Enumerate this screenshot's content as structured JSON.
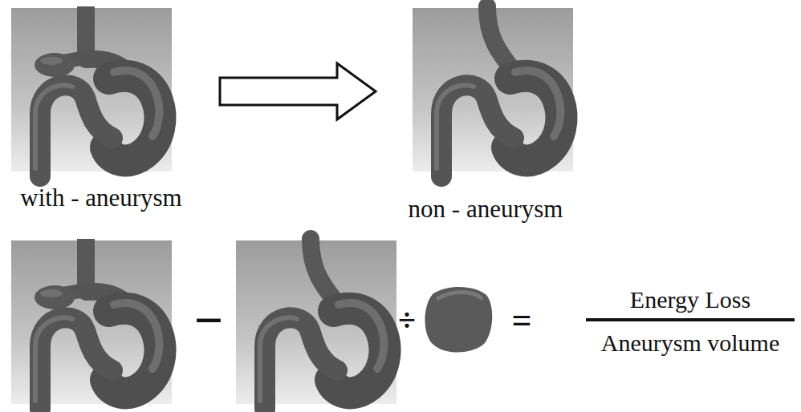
{
  "diagram": {
    "labels": [
      "with - aneurysm",
      "non - aneurysm",
      "−",
      "÷",
      "=",
      "Energy Loss",
      "Aneurysm volume"
    ]
  }
}
